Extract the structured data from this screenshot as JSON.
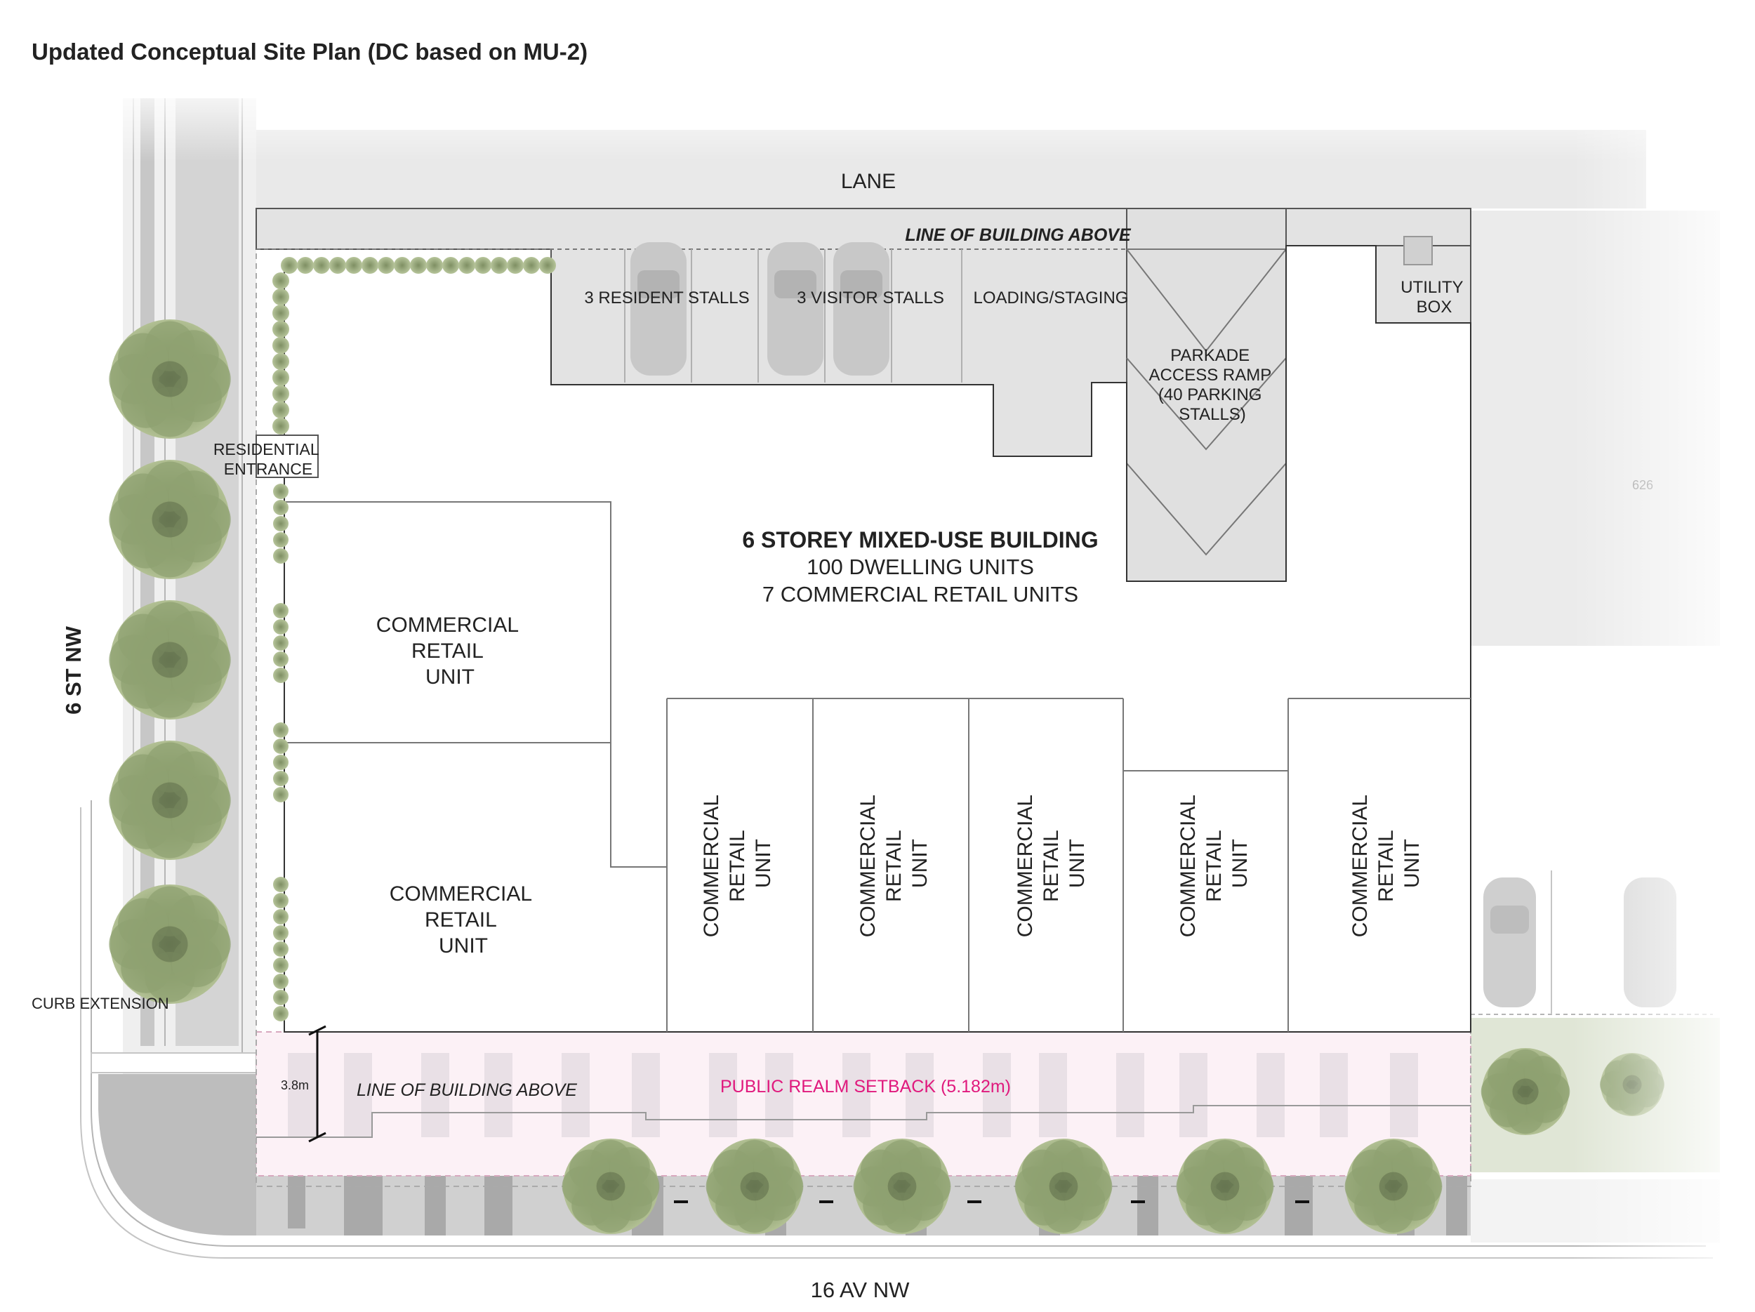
{
  "title": "Updated Conceptual Site Plan (DC based on MU-2)",
  "streets": {
    "lane": "LANE",
    "west": "6 ST NW",
    "south": "16 AV NW"
  },
  "labels": {
    "line_of_building_above_top": "LINE OF BUILDING ABOVE",
    "line_of_building_above_bottom": "LINE OF BUILDING ABOVE",
    "resident_stalls": "3 RESIDENT STALLS",
    "visitor_stalls": "3 VISITOR STALLS",
    "loading": "LOADING/STAGING",
    "utility_box": [
      "UTILITY",
      "BOX"
    ],
    "parkade": [
      "PARKADE",
      "ACCESS RAMP",
      "",
      "(40 PARKING",
      "STALLS)"
    ],
    "residential_entrance": [
      "RESIDENTIAL",
      "ENTRANCE"
    ],
    "curb_extension": "CURB EXTENSION",
    "dimension": "3.8m",
    "public_realm": "PUBLIC REALM SETBACK (5.182m)",
    "neighbour_address": "626"
  },
  "building": {
    "name": "6 STOREY MIXED-USE BUILDING",
    "dwelling_units": "100 DWELLING UNITS",
    "retail_units": "7 COMMERCIAL RETAIL UNITS"
  },
  "retail_unit_label": [
    "COMMERCIAL",
    "RETAIL",
    "UNIT"
  ],
  "colors": {
    "public_realm_text": "#e0197d",
    "public_realm_fill": "#fcf1f6",
    "tree": "#8fa271",
    "parking_fill": "#e3e3e3",
    "road_dark": "#b5b5b5",
    "text": "#222222"
  }
}
